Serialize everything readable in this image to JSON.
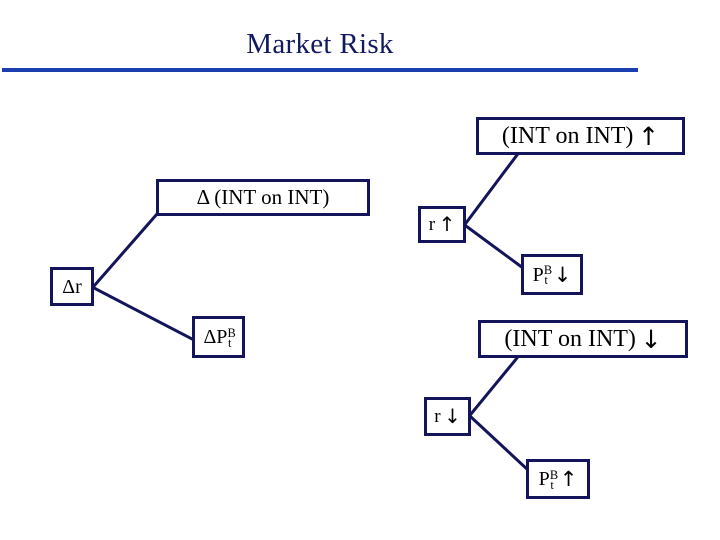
{
  "slide": {
    "title": "Market Risk",
    "accent_color": "#1b3faf",
    "title_color": "#12195e",
    "node_border_color": "#14145a",
    "background_color": "#ffffff"
  },
  "diagram": {
    "type": "tree",
    "nodes": {
      "delta_r": {
        "label": "Δr"
      },
      "delta_int_on_int": {
        "label": "Δ  (INT  on  INT)"
      },
      "delta_pt_b": {
        "base": "ΔP",
        "sup": "B",
        "sub": "t"
      },
      "int_on_int_up": {
        "label": "(INT  on  INT)",
        "arrow": "↑"
      },
      "r_up": {
        "label": "r",
        "arrow": "↑"
      },
      "pt_b_down": {
        "base": "P",
        "sup": "B",
        "sub": "t",
        "arrow": "↓"
      },
      "int_on_int_down": {
        "label": "(INT  on  INT)",
        "arrow": "↓"
      },
      "r_down": {
        "label": "r",
        "arrow": "↓"
      },
      "pt_b_up": {
        "base": "P",
        "sup": "B",
        "sub": "t",
        "arrow": "↑"
      }
    },
    "edges": [
      {
        "from": "delta_r",
        "to": "delta_int_on_int"
      },
      {
        "from": "delta_r",
        "to": "delta_pt_b"
      },
      {
        "from": "r_up",
        "to": "int_on_int_up"
      },
      {
        "from": "r_up",
        "to": "pt_b_down"
      },
      {
        "from": "r_down",
        "to": "int_on_int_down"
      },
      {
        "from": "r_down",
        "to": "pt_b_up"
      }
    ]
  }
}
